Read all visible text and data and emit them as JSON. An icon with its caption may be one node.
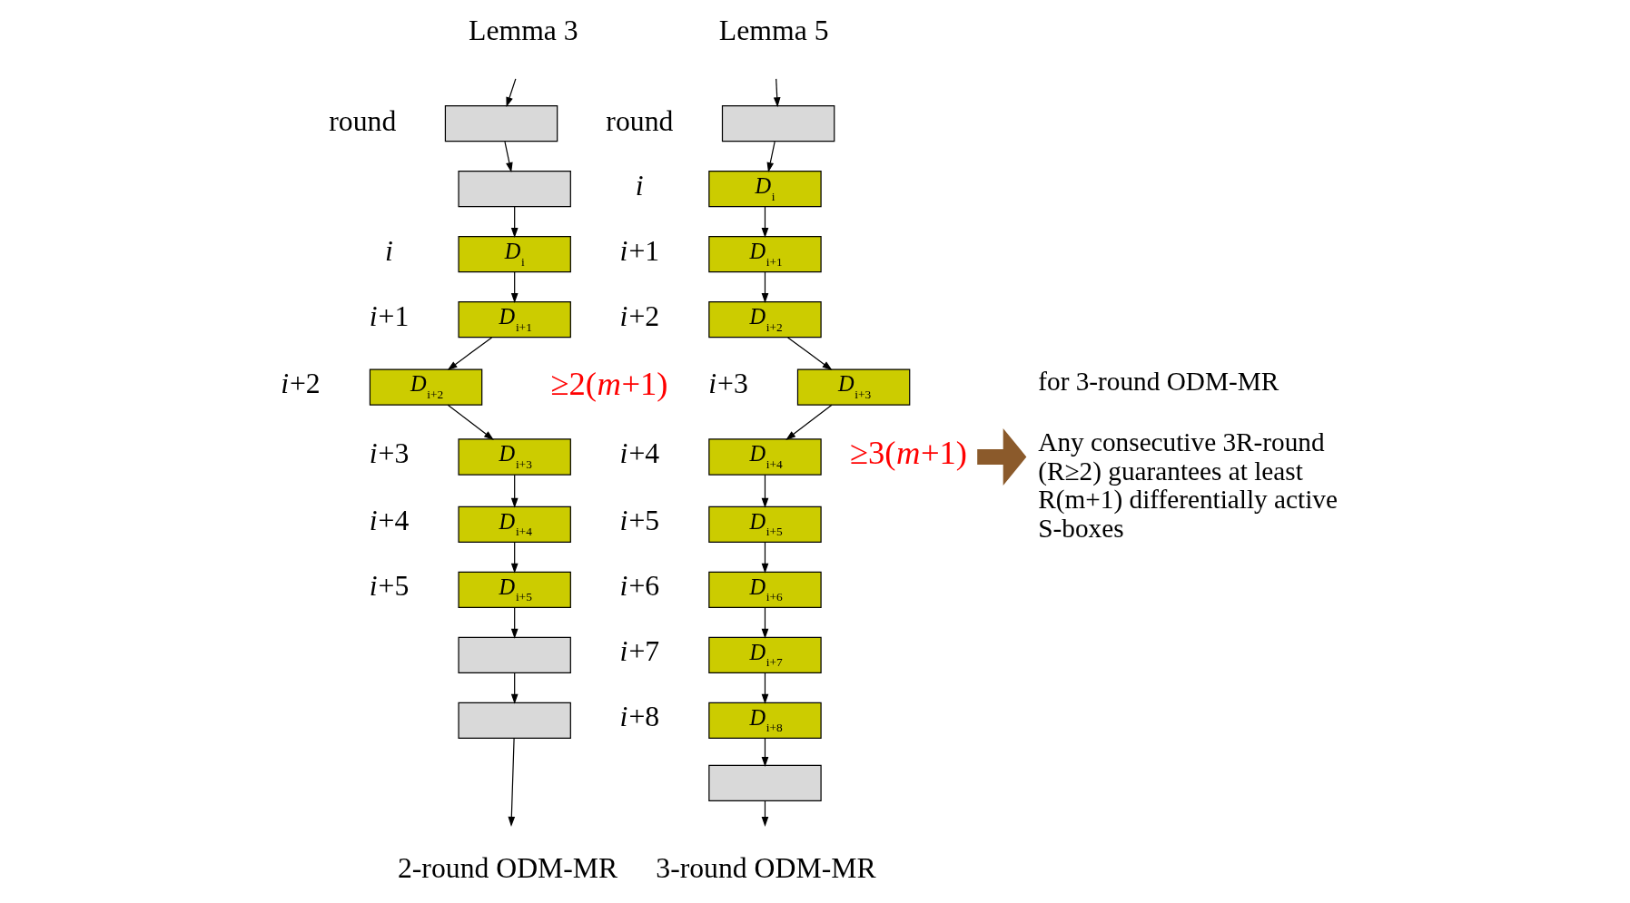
{
  "diagram": {
    "nodes": [
      {
        "text": [],
        "shape": "box"
      },
      {
        "text": [],
        "shape": "box"
      },
      {
        "text": [
          "*D*$_{i}$"
        ]
      },
      {
        "text": [
          "*D*$_{i+1}$"
        ]
      },
      {
        "text": [
          "*D*$_{i+2}$"
        ]
      },
      {
        "text": [
          "*D*$_{i+3}$"
        ]
      },
      {
        "text": [
          "*D*$_{i+4}$"
        ]
      },
      {
        "text": [
          "*D*$_{i+5}$"
        ]
      },
      {
        "text": [],
        "shape": "box"
      },
      {
        "text": [],
        "shape": "box"
      },
      {
        "text": [],
        "shape": "box"
      },
      {
        "text": [
          "*D*$_{i}$"
        ]
      },
      {
        "text": [
          "*D*$_{i+1}$"
        ]
      },
      {
        "text": [
          "*D*$_{i+2}$"
        ]
      },
      {
        "text": [
          "*D*$_{i+3}$"
        ]
      },
      {
        "text": [
          "*D*$_{i+4}$"
        ]
      },
      {
        "text": [
          "*D*$_{i+5}$"
        ]
      },
      {
        "text": [
          "*D*$_{i+6}$"
        ]
      },
      {
        "text": [
          "*D*$_{i+7}$"
        ]
      },
      {
        "text": [
          "*D*$_{i+8}$"
        ]
      },
      {
        "text": [],
        "shape": "box"
      },
      {
        "text": [
          "≥3(*m*+1)"
        ]
      },
      {
        "text": [
          "for 3-round ODM-MR",
          "Any consecutive 3R-round (R≥2) guarantees at least R(m+1) differentially active S-boxes"
        ]
      }
    ],
    "edges": [
      {
        "from": null,
        "to": 0,
        "arrow": "to"
      },
      {
        "from": 0,
        "to": 1,
        "arrow": "to"
      },
      {
        "from": 1,
        "to": 2,
        "arrow": "to"
      },
      {
        "from": 2,
        "to": 3,
        "arrow": "to"
      },
      {
        "from": 3,
        "to": 4,
        "arrow": "to"
      },
      {
        "from": 4,
        "to": 5,
        "arrow": "to"
      },
      {
        "from": 5,
        "to": 6,
        "arrow": "to"
      },
      {
        "from": 6,
        "to": 7,
        "arrow": "to"
      },
      {
        "from": 7,
        "to": 8,
        "arrow": "to"
      },
      {
        "from": 8,
        "to": 9,
        "arrow": "to"
      },
      {
        "from": 9,
        "to": null,
        "arrow": "to"
      },
      {
        "from": null,
        "to": 10,
        "arrow": "to"
      },
      {
        "from": 10,
        "to": 11,
        "arrow": "to"
      },
      {
        "from": 11,
        "to": 12,
        "arrow": "to"
      },
      {
        "from": 12,
        "to": 13,
        "arrow": "to"
      },
      {
        "from": 13,
        "to": 14,
        "arrow": "to"
      },
      {
        "from": 14,
        "to": 15,
        "arrow": "to"
      },
      {
        "from": 15,
        "to": 16,
        "arrow": "to"
      },
      {
        "from": 16,
        "to": 17,
        "arrow": "to"
      },
      {
        "from": 17,
        "to": 18,
        "arrow": "to"
      },
      {
        "from": 18,
        "to": 19,
        "arrow": "to"
      },
      {
        "from": 19,
        "to": 20,
        "arrow": "to"
      },
      {
        "from": 20,
        "to": null,
        "arrow": "to"
      },
      {
        "from": 21,
        "to": 22,
        "arrow": "to",
        "style": "thick",
        "color": "#8b5a2b"
      }
    ],
    "labels": [
      "Lemma 3",
      "round",
      "*i*",
      "*i*+1",
      "*i*+2",
      "*i*+3",
      "*i*+4",
      "*i*+5",
      "≥2(*m*+1)",
      "2-round ODM-MR",
      "Lemma 5",
      "round",
      "*i*",
      "*i*+1",
      "*i*+2",
      "*i*+3",
      "*i*+4",
      "*i*+5",
      "*i*+6",
      "*i*+7",
      "*i*+8",
      "3-round ODM-MR"
    ]
  }
}
